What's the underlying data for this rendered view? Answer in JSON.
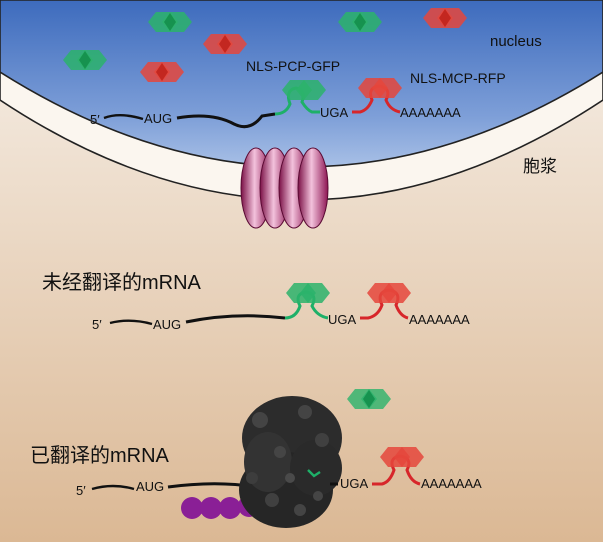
{
  "labels": {
    "nucleus": "nucleus",
    "cytoplasm": "胞浆",
    "pcp_label": "NLS-PCP-GFP",
    "mcp_label": "NLS-MCP-RFP",
    "untranslated": "未经翻译的mRNA",
    "translated": "已翻译的mRNA"
  },
  "mrna": {
    "five_prime": "5′",
    "start": "AUG",
    "stop": "UGA",
    "polyA": "AAAAAAA"
  },
  "colors": {
    "nucleus_top": "#3e6dbd",
    "nucleus_bottom": "#9db8e3",
    "cytoplasm_top": "#f6efe6",
    "cytoplasm_bottom": "#dcb997",
    "gfp": "#21b26a",
    "rfp": "#e4423a",
    "pore": "#b3246d",
    "ribosome": "#2b2b2b",
    "peptide": "#8a1f96"
  }
}
